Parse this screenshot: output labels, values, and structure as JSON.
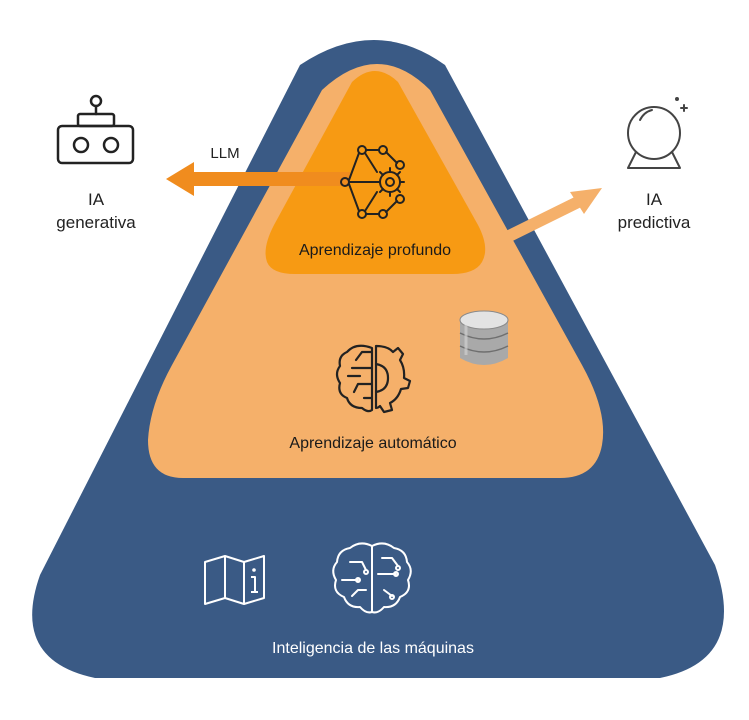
{
  "diagram": {
    "layers": {
      "outer": {
        "label": "Inteligencia de las máquinas",
        "color": "#3a5a85"
      },
      "middle": {
        "label": "Aprendizaje automático",
        "color": "#f5b06a"
      },
      "inner": {
        "label": "Aprendizaje profundo",
        "color": "#f79a13"
      }
    },
    "left_branch": {
      "arrow_label": "LLM",
      "label_line1": "IA",
      "label_line2": "generativa",
      "icon": "robot-icon",
      "arrow_color": "#f08c1e"
    },
    "right_branch": {
      "label_line1": "IA",
      "label_line2": "predictiva",
      "icon": "crystal-ball-icon",
      "arrow_color": "#f5b06a"
    },
    "icons": {
      "deep_learning": "neural-network-gear-icon",
      "machine_learning": "brain-gear-icon",
      "data": "database-icon",
      "knowledge": "info-book-icon",
      "ai": "circuit-brain-icon"
    }
  }
}
